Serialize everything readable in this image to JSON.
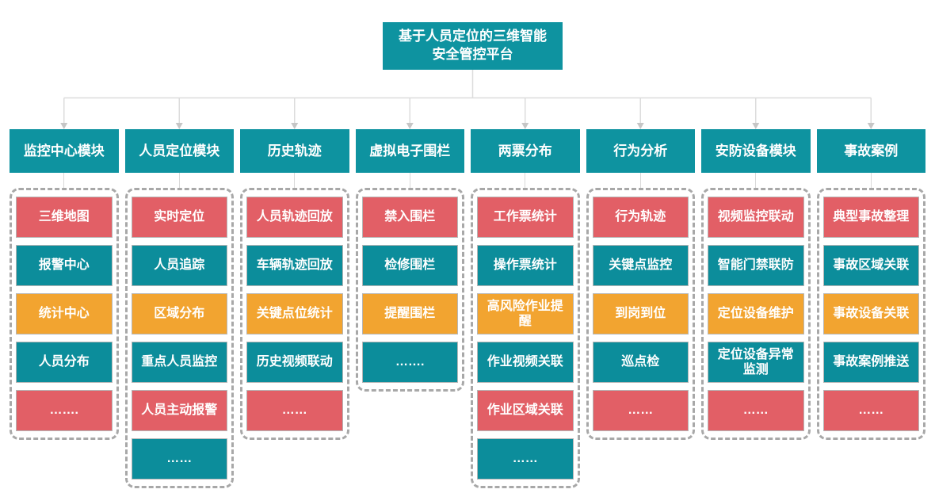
{
  "root": {
    "title": "基于人员定位的三维智能安全管控平台"
  },
  "colors": {
    "teal": "#0E93A0",
    "item_teal": "#0C8D9B",
    "red": "#E25F66",
    "orange": "#F2A430",
    "dash_border": "#A8A8A8",
    "connector": "#DCDCDC",
    "arrowhead": "#C6C6C6"
  },
  "columns": [
    {
      "header": "监控中心模块",
      "items": [
        {
          "label": "三维地图",
          "color": "red"
        },
        {
          "label": "报警中心",
          "color": "teal"
        },
        {
          "label": "统计中心",
          "color": "orange"
        },
        {
          "label": "人员分布",
          "color": "teal"
        },
        {
          "label": "…….",
          "color": "red"
        }
      ]
    },
    {
      "header": "人员定位模块",
      "items": [
        {
          "label": "实时定位",
          "color": "red"
        },
        {
          "label": "人员追踪",
          "color": "teal"
        },
        {
          "label": "区域分布",
          "color": "orange"
        },
        {
          "label": "重点人员监控",
          "color": "teal"
        },
        {
          "label": "人员主动报警",
          "color": "red"
        },
        {
          "label": "……",
          "color": "teal"
        }
      ]
    },
    {
      "header": "历史轨迹",
      "items": [
        {
          "label": "人员轨迹回放",
          "color": "red"
        },
        {
          "label": "车辆轨迹回放",
          "color": "teal"
        },
        {
          "label": "关键点位统计",
          "color": "orange"
        },
        {
          "label": "历史视频联动",
          "color": "teal"
        },
        {
          "label": "……",
          "color": "red"
        }
      ]
    },
    {
      "header": "虚拟电子围栏",
      "items": [
        {
          "label": "禁入围栏",
          "color": "red"
        },
        {
          "label": "检修围栏",
          "color": "teal"
        },
        {
          "label": "提醒围栏",
          "color": "orange"
        },
        {
          "label": "…….",
          "color": "teal"
        }
      ]
    },
    {
      "header": "两票分布",
      "items": [
        {
          "label": "工作票统计",
          "color": "red"
        },
        {
          "label": "操作票统计",
          "color": "teal"
        },
        {
          "label": "高风险作业提醒",
          "color": "orange"
        },
        {
          "label": "作业视频关联",
          "color": "teal"
        },
        {
          "label": "作业区域关联",
          "color": "red"
        },
        {
          "label": "……",
          "color": "teal"
        }
      ]
    },
    {
      "header": "行为分析",
      "items": [
        {
          "label": "行为轨迹",
          "color": "red"
        },
        {
          "label": "关键点监控",
          "color": "teal"
        },
        {
          "label": "到岗到位",
          "color": "orange"
        },
        {
          "label": "巡点检",
          "color": "teal"
        },
        {
          "label": "……",
          "color": "red"
        }
      ]
    },
    {
      "header": "安防设备模块",
      "items": [
        {
          "label": "视频监控联动",
          "color": "red"
        },
        {
          "label": "智能门禁联防",
          "color": "teal"
        },
        {
          "label": "定位设备维护",
          "color": "orange"
        },
        {
          "label": "定位设备异常监测",
          "color": "teal"
        },
        {
          "label": "……",
          "color": "red"
        }
      ]
    },
    {
      "header": "事故案例",
      "items": [
        {
          "label": "典型事故整理",
          "color": "red"
        },
        {
          "label": "事故区域关联",
          "color": "teal"
        },
        {
          "label": "事故设备关联",
          "color": "orange"
        },
        {
          "label": "事故案例推送",
          "color": "teal"
        },
        {
          "label": "……",
          "color": "red"
        }
      ]
    }
  ]
}
